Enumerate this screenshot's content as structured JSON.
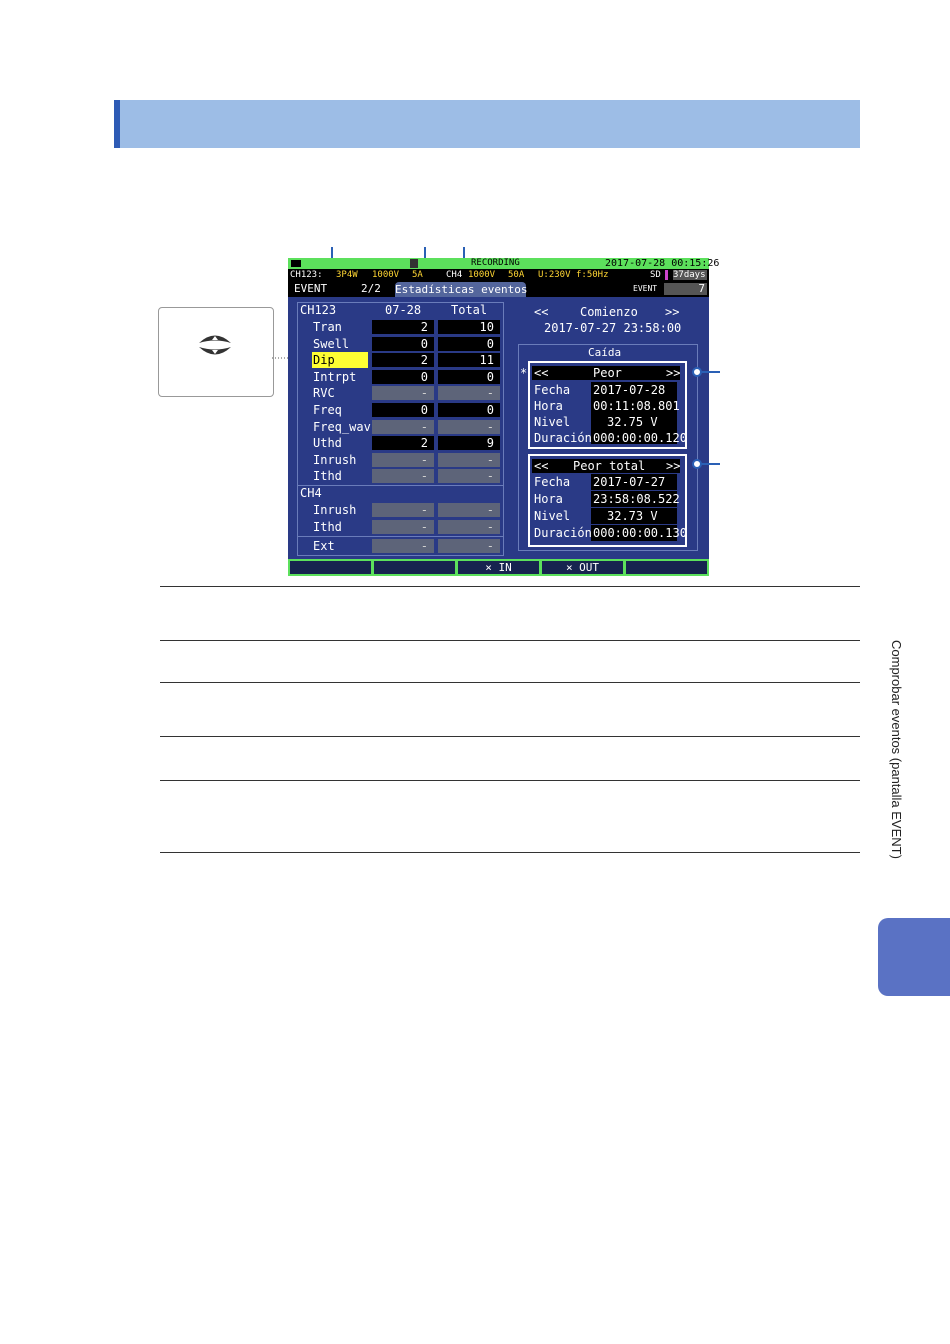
{
  "screen": {
    "status": {
      "recording": "RECORDING",
      "datetime": "2017-07-28  00:15:26"
    },
    "info_row": {
      "ch123": "CH123:",
      "wiring": "3P4W",
      "voltage": "1000V",
      "current": "5A",
      "ch4": "CH4",
      "ch4_voltage": "1000V",
      "ch4_current": "50A",
      "u_nom": "U:230V",
      "freq": "f:50Hz",
      "sd": "SD",
      "days": "37days"
    },
    "tabs_row": {
      "event_label": "EVENT",
      "page": "2/2",
      "tab_title": "Estadísticas eventos",
      "event_count_label": "EVENT",
      "event_count": "7"
    },
    "stats": {
      "group1": "CH123",
      "col_date": "07-28",
      "col_total": "Total",
      "rows": [
        {
          "name": "Tran",
          "day": "2",
          "total": "10"
        },
        {
          "name": "Swell",
          "day": "0",
          "total": "0"
        },
        {
          "name": "Dip",
          "day": "2",
          "total": "11"
        },
        {
          "name": "Intrpt",
          "day": "0",
          "total": "0"
        },
        {
          "name": "RVC",
          "day": "-",
          "total": "-"
        },
        {
          "name": "Freq",
          "day": "0",
          "total": "0"
        },
        {
          "name": "Freq_wav",
          "day": "-",
          "total": "-"
        },
        {
          "name": "Uthd",
          "day": "2",
          "total": "9"
        },
        {
          "name": "Inrush",
          "day": "-",
          "total": "-"
        },
        {
          "name": "Ithd",
          "day": "-",
          "total": "-"
        }
      ],
      "group2": "CH4",
      "rows2": [
        {
          "name": "Inrush",
          "day": "-",
          "total": "-"
        },
        {
          "name": "Ithd",
          "day": "-",
          "total": "-"
        }
      ],
      "ext": {
        "name": "Ext",
        "day": "-",
        "total": "-"
      }
    },
    "start": {
      "prev": "<<",
      "label": "Comienzo",
      "next": ">>",
      "datetime": "2017-07-27 23:58:00"
    },
    "panel_title": "Caída",
    "worst": {
      "prev": "<<",
      "title": "Peor",
      "next": ">>",
      "fecha_label": "Fecha",
      "fecha": "2017-07-28",
      "hora_label": "Hora",
      "hora": "00:11:08.801",
      "nivel_label": "Nivel",
      "nivel": "32.75 V",
      "duracion_label": "Duración",
      "duracion": "000:00:00.120"
    },
    "worst_total": {
      "prev": "<<",
      "title": "Peor total",
      "next": ">>",
      "fecha_label": "Fecha",
      "fecha": "2017-07-27",
      "hora_label": "Hora",
      "hora": "23:58:08.522",
      "nivel_label": "Nivel",
      "nivel": "32.73 V",
      "duracion_label": "Duración",
      "duracion": "000:00:00.130"
    },
    "marker": "*",
    "fkeys": [
      "",
      "",
      "× IN",
      "× OUT",
      ""
    ]
  },
  "side_label": "Comprobar eventos (pantalla EVENT)",
  "colors": {
    "screen_bg": "#2a3a86",
    "status_green": "#5ce05c",
    "highlight": "#ffff33",
    "header_bar": "#9dbde6",
    "side_tab": "#5a72c4"
  }
}
